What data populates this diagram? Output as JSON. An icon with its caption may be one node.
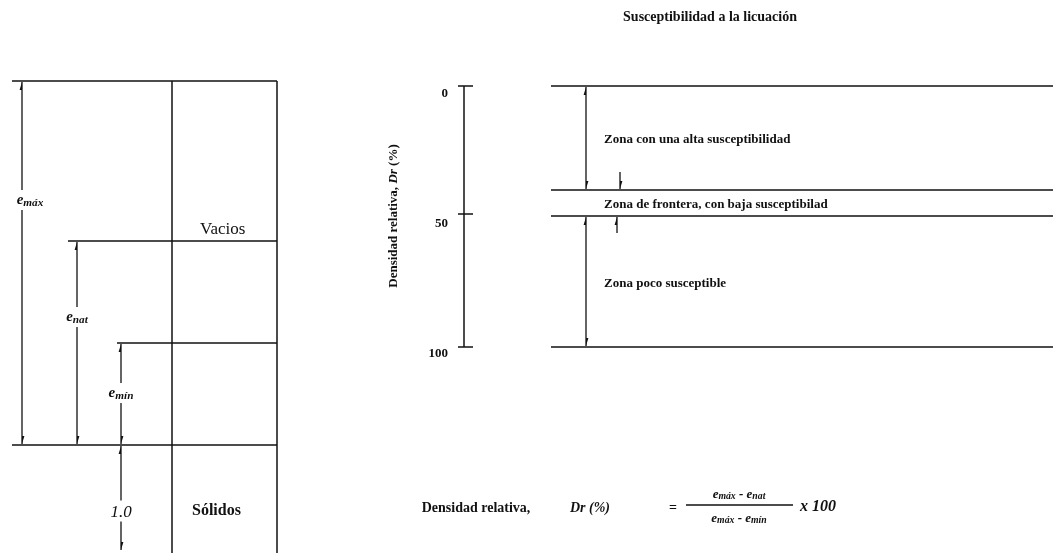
{
  "diagram": {
    "title": "Susceptibilidad a la licuación",
    "nodes": [
      {
        "text": [
          "Vacios"
        ]
      },
      {
        "text": [
          "Sólidos"
        ]
      }
    ],
    "labels": [
      "e$_{máx}$",
      "e$_{nat}$",
      "e$_{mín}$",
      "1.0",
      "0",
      "50",
      "100",
      "Densidad relativa, *Dr* (%)",
      "Zona con una alta susceptibilidad",
      "Zona de frontera, con baja susceptibilad",
      "Zona poco susceptible",
      "Densidad relativa,",
      "Dr (%)",
      "=",
      "e$_{máx}$ - e$_{nat}$",
      "e$_{máx}$ - e$_{mín}$",
      "x 100"
    ]
  }
}
